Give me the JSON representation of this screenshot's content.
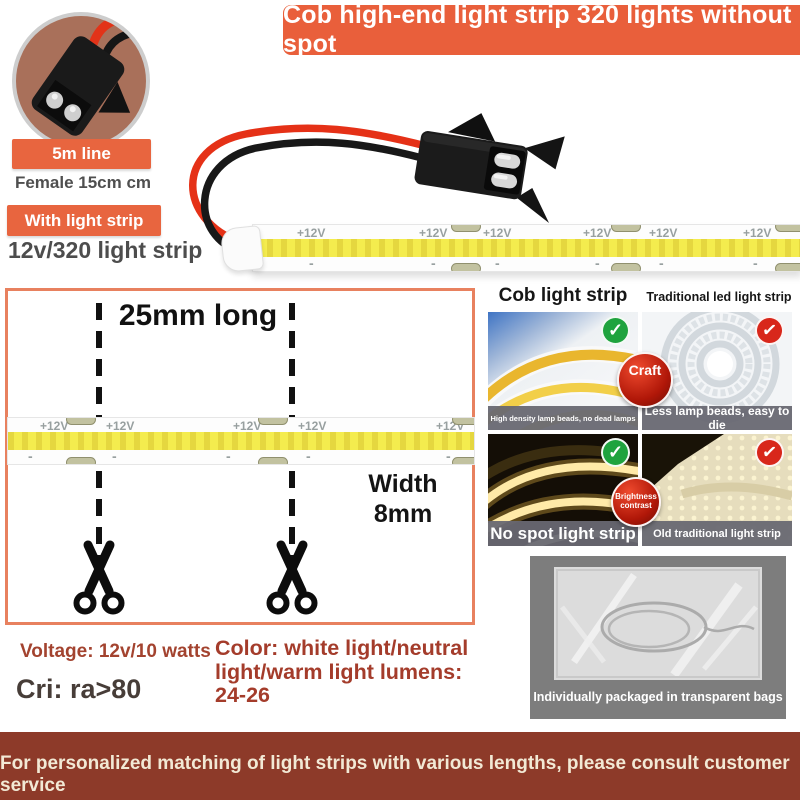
{
  "banner": {
    "title": "Cob high-end light strip 320 lights without spot"
  },
  "left_panel": {
    "tag_5m": "5m line",
    "female": "Female 15cm cm",
    "tag_with": "With light strip",
    "product": "12v/320 light strip"
  },
  "strip": {
    "plus": "+12V",
    "minus": "-"
  },
  "diagram": {
    "length": "25mm long",
    "width1": "Width",
    "width2": "8mm"
  },
  "specs": {
    "voltage": "Voltage: 12v/10 watts",
    "cri": "Cri: ra>80",
    "color1": "Color: white light/neutral",
    "color2": "light/warm light lumens:",
    "color3": "24-26"
  },
  "compare": {
    "header_left": "Cob light strip",
    "header_right": "Traditional led light strip",
    "cap_r1_left": "High density lamp beads, no dead lamps",
    "cap_r1_right": "Less lamp beads, easy to die",
    "cap_r2_left": "No spot light strip",
    "cap_r2_right": "Old traditional light strip",
    "badge_craft": "Craft",
    "badge_b1": "Brightness",
    "badge_b2": "contrast",
    "check": "✓"
  },
  "package": {
    "caption": "Individually packaged in transparent bags"
  },
  "footer": {
    "text": "For personalized matching of light strips with various lengths, please consult customer service"
  },
  "colors": {
    "accent_orange": "#e95f3b",
    "footer_brown": "#8d3a29",
    "maroon_text": "#a43c2b",
    "check_green": "#1fa33e",
    "check_red": "#d8271b",
    "cob_yellow": "#f4ec4e",
    "thumb_brown": "#a9705a"
  }
}
